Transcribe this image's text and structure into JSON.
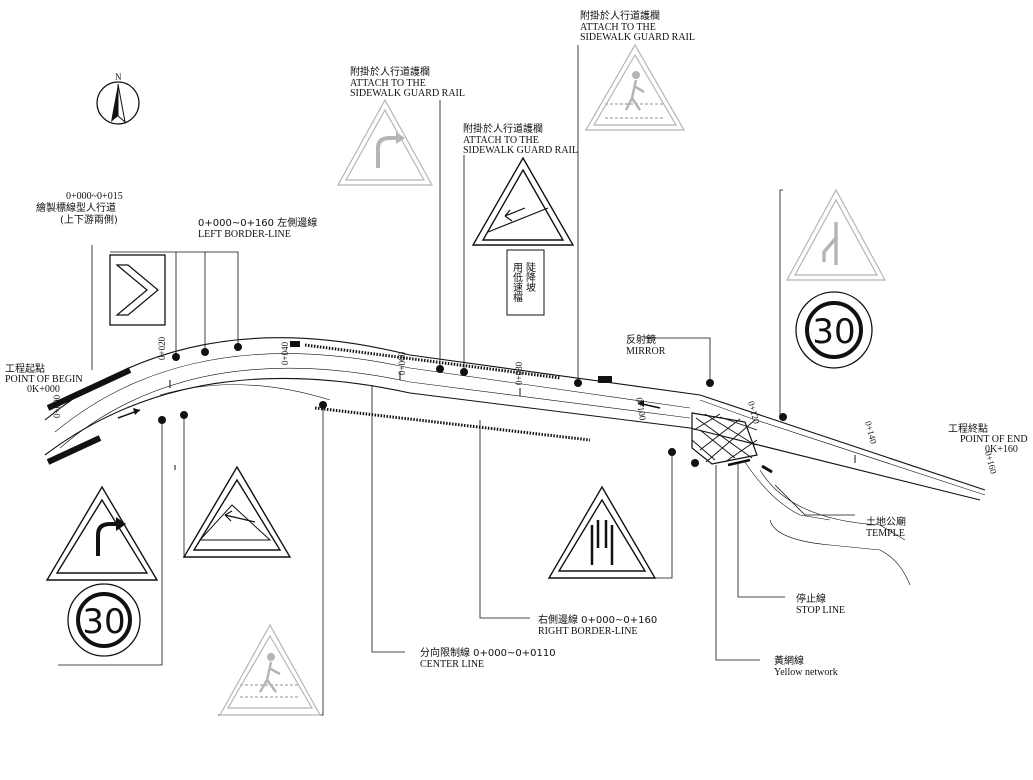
{
  "north_label": "N",
  "labels": {
    "begin_cn": "工程起點",
    "begin_en": "POINT OF BEGIN",
    "begin_km": "0K+000",
    "end_cn": "工程終點",
    "end_en": "POINT OF END",
    "end_km": "0K+160",
    "sidewalk_range": "0+000~0+015",
    "sidewalk_cn": "繪製標線型人行道",
    "sidewalk_sides": "(上下游兩側)",
    "left_border_cn": "0+000~0+160 左側邊線",
    "left_border_en": "LEFT BORDER-LINE",
    "guard_rail_cn": "附掛於人行道護欄",
    "guard_rail_en1": "ATTACH TO THE",
    "guard_rail_en2": "SIDEWALK GUARD RAIL",
    "steep_col1": "陡降坡",
    "steep_col2": "用低速檔",
    "mirror_cn": "反射鏡",
    "mirror_en": "MIRROR",
    "temple_cn": "土地公廟",
    "temple_en": "TEMPLE",
    "stop_cn": "停止線",
    "stop_en": "STOP LINE",
    "yellow_cn": "黃網線",
    "yellow_en": "Yellow network",
    "right_border_cn": "右側邊線 0+000~0+160",
    "right_border_en": "RIGHT BORDER-LINE",
    "center_cn": "分向限制線 0+000~0+0110",
    "center_en": "CENTER LINE",
    "speed_limit": "30"
  },
  "stations": [
    "0+000",
    "0+020",
    "0+040",
    "0+060",
    "0+080",
    "0+100",
    "0+120",
    "0+140",
    "0+160"
  ]
}
